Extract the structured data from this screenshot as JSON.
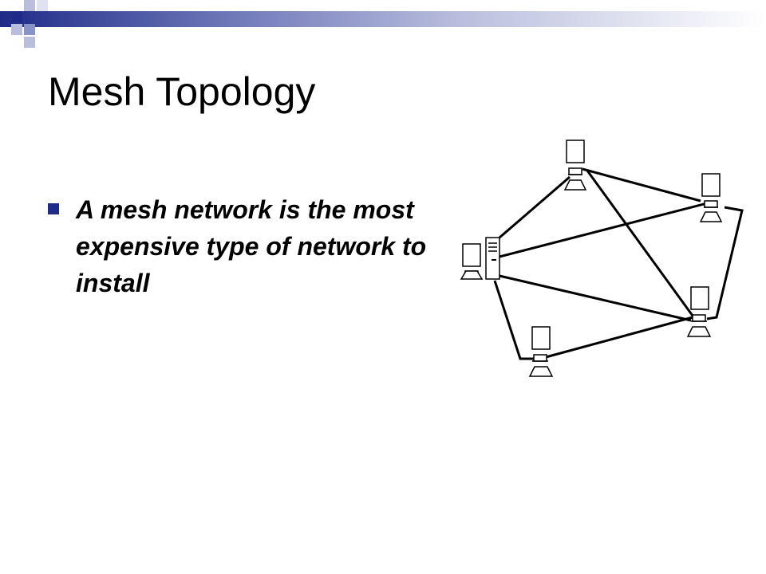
{
  "slide": {
    "title": "Mesh Topology",
    "bullets": [
      {
        "text": "A mesh network is the most expensive type of network to install"
      }
    ]
  },
  "colors": {
    "accent": "#1f2b88",
    "accent_light": "#8a93c9",
    "line": "#000000"
  },
  "diagram": {
    "type": "mesh-network",
    "nodes": [
      {
        "id": "server",
        "kind": "server"
      },
      {
        "id": "pc-left",
        "kind": "workstation"
      },
      {
        "id": "pc-top",
        "kind": "workstation"
      },
      {
        "id": "pc-right-top",
        "kind": "workstation"
      },
      {
        "id": "pc-right-bottom",
        "kind": "workstation"
      },
      {
        "id": "pc-bottom",
        "kind": "workstation"
      }
    ],
    "links": [
      [
        "server",
        "pc-top"
      ],
      [
        "server",
        "pc-right-top"
      ],
      [
        "server",
        "pc-right-bottom"
      ],
      [
        "server",
        "pc-bottom"
      ],
      [
        "pc-top",
        "pc-right-top"
      ],
      [
        "pc-top",
        "pc-right-bottom"
      ],
      [
        "pc-right-top",
        "pc-right-bottom"
      ],
      [
        "pc-bottom",
        "pc-right-bottom"
      ]
    ]
  }
}
